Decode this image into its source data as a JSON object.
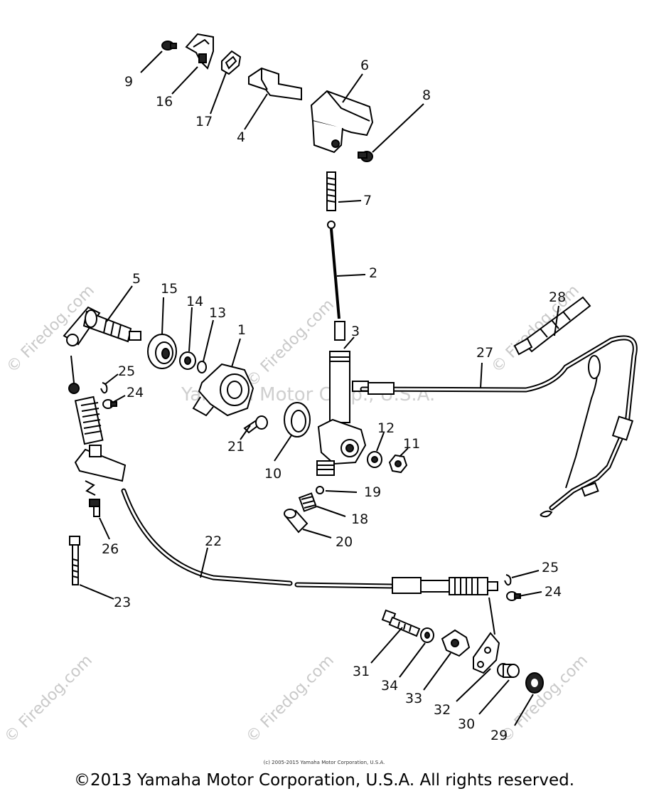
{
  "watermarks": {
    "firedog": "© Firedog.com",
    "center": "Yamaha Motor Corp., U.S.A."
  },
  "footer": {
    "fine_print": "(c) 2005-2015 Yamaha Motor Corporation, U.S.A.",
    "copyright": "©2013 Yamaha Motor Corporation, U.S.A. All rights reserved."
  },
  "callouts": {
    "c9": "9",
    "c16": "16",
    "c17": "17",
    "c4": "4",
    "c6": "6",
    "c8": "8",
    "c7": "7",
    "c2": "2",
    "c28": "28",
    "c5": "5",
    "c15": "15",
    "c14": "14",
    "c13": "13",
    "c1": "1",
    "c3": "3",
    "c27": "27",
    "c25a": "25",
    "c24a": "24",
    "c21": "21",
    "c10": "10",
    "c12": "12",
    "c11": "11",
    "c19": "19",
    "c18": "18",
    "c20": "20",
    "c26": "26",
    "c22": "22",
    "c23": "23",
    "c25b": "25",
    "c24b": "24",
    "c31": "31",
    "c34": "34",
    "c33": "33",
    "c32": "32",
    "c30": "30",
    "c29": "29"
  }
}
